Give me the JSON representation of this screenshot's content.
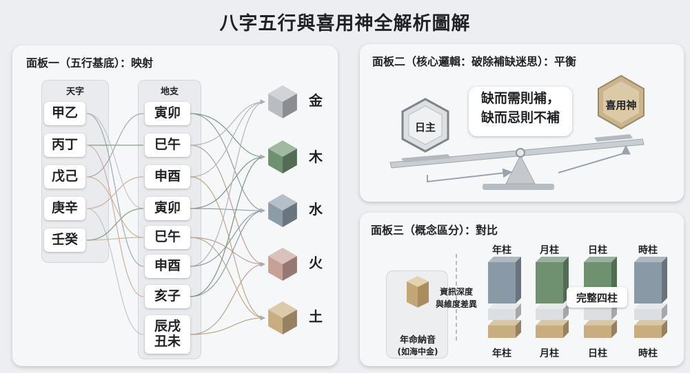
{
  "title": "八字五行與喜用神全解析圖解",
  "panel1": {
    "title": "面板一（五行基底）：映射",
    "tiangan_header": "天字",
    "tiangan": [
      "甲乙",
      "丙丁",
      "戊己",
      "庚辛",
      "壬癸"
    ],
    "dizhi_header": "地支",
    "dizhi": [
      "寅卯",
      "巳午",
      "申酉",
      "寅卯",
      "巳午",
      "申酉",
      "亥子",
      "辰戌\n丑未"
    ],
    "elements": [
      {
        "label": "金",
        "color": "#b9bcc0"
      },
      {
        "label": "木",
        "color": "#6f9170"
      },
      {
        "label": "水",
        "color": "#8d9ca9"
      },
      {
        "label": "火",
        "color": "#c7a096"
      },
      {
        "label": "土",
        "color": "#c8ad7f"
      }
    ]
  },
  "panel2": {
    "title": "面板二（核心邏輯：破除補缺迷思）：平衡",
    "day_master": "日主",
    "motto_line1": "缺而需則補，",
    "motto_line2": "缺而忌則不補",
    "xiyongshen": "喜用神"
  },
  "panel3": {
    "title": "面板三（概念區分）：對比",
    "nayin_line1": "年命納音",
    "nayin_line2": "(如海中金)",
    "compare_line1": "資訊深度",
    "compare_line2": "與維度差異",
    "pillars_top": [
      "年柱",
      "月柱",
      "日柱",
      "時柱"
    ],
    "pillars_bottom": [
      "年柱",
      "月柱",
      "日柱",
      "時柱"
    ],
    "complete_badge": "完整四柱",
    "pillar_colors": [
      "#8a99a6",
      "#6f9170",
      "#6f9170",
      "#8a99a6"
    ]
  },
  "colors": {
    "metal": "#b9bcc0",
    "wood": "#6f9170",
    "water": "#8d9ca9",
    "fire": "#c7a096",
    "earth": "#c8ad7f",
    "panel_bg": "#f6f7f9"
  }
}
